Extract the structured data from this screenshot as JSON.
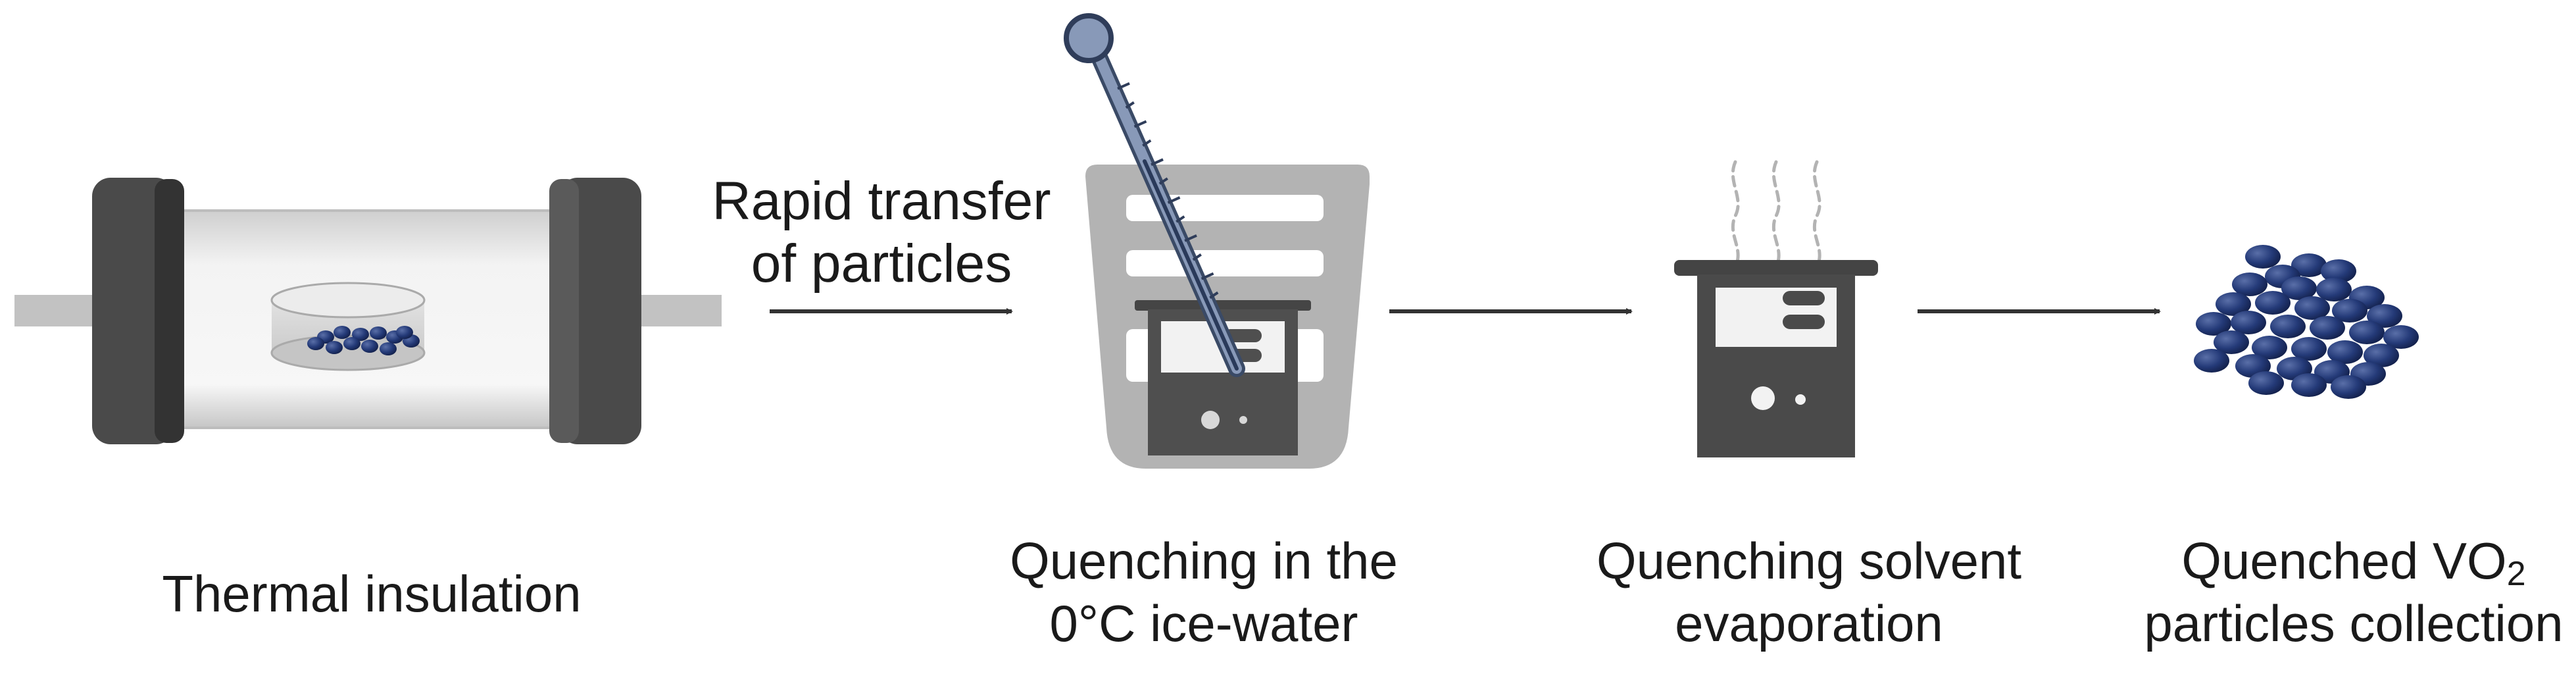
{
  "labels": {
    "thermal_insulation": "Thermal insulation",
    "transfer_line1": "Rapid transfer",
    "transfer_line2": "of particles",
    "quenching_line1": "Quenching in the",
    "quenching_line2": "0°C ice-water",
    "evaporation_line1": "Quenching solvent",
    "evaporation_line2": "evaporation",
    "collection_line1_prefix": "Quenched VO",
    "collection_line1_subscript": "2",
    "collection_line2": "particles collection"
  },
  "colors": {
    "dark_gray": "#3d3d3d",
    "mid_gray": "#8c8c8c",
    "light_gray": "#b5b5b5",
    "particle_blue": "#1f3470",
    "thermometer_blue": "#8899b8",
    "arrow": "#333333"
  }
}
